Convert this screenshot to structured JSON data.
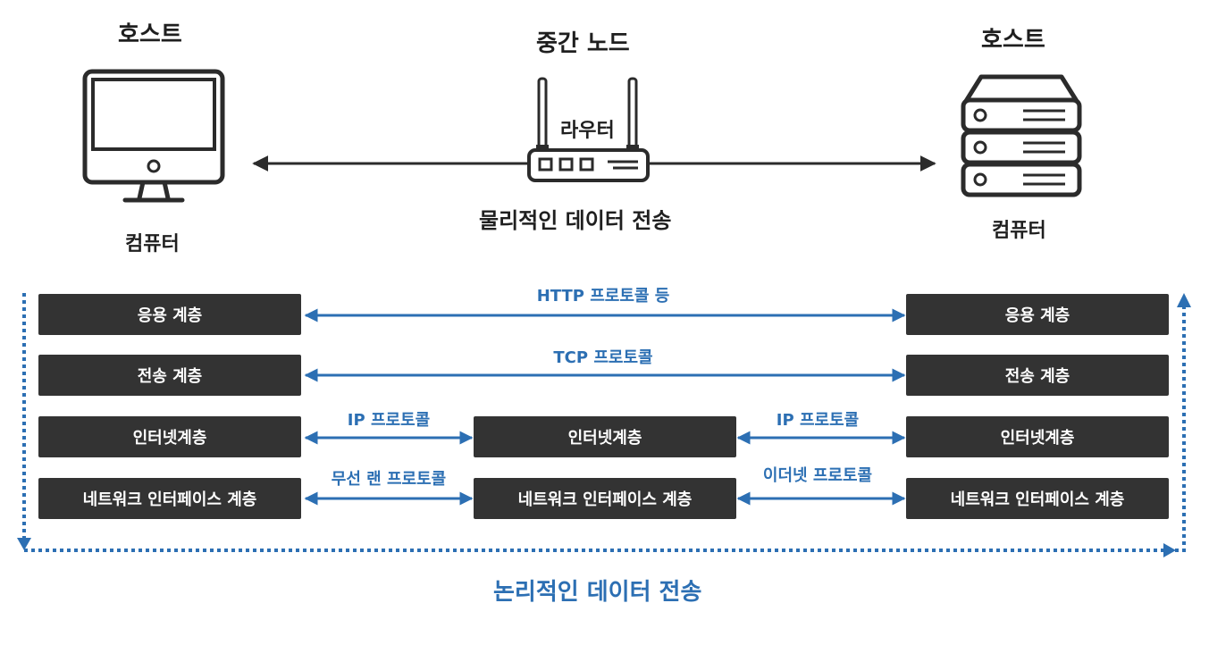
{
  "top": {
    "left_host_title": "호스트",
    "left_host_caption": "컴퓨터",
    "middle_title": "중간 노드",
    "router_label": "라우터",
    "physical_caption": "물리적인 데이터 전송",
    "right_host_title": "호스트",
    "right_host_caption": "컴퓨터"
  },
  "layers": {
    "left": [
      "응용 계층",
      "전송 계층",
      "인터넷계층",
      "네트워크 인터페이스 계층"
    ],
    "middle": [
      "인터넷계층",
      "네트워크 인터페이스 계층"
    ],
    "right": [
      "응용 계층",
      "전송 계층",
      "인터넷계층",
      "네트워크 인터페이스 계층"
    ]
  },
  "protocols": {
    "application": "HTTP 프로토콜 등",
    "transport": "TCP 프로토콜",
    "internet_left": "IP 프로토콜",
    "internet_right": "IP 프로토콜",
    "network_left": "무선 랜 프로토콜",
    "network_right": "이더넷 프로토콜"
  },
  "logical_caption": "논리적인 데이터 전송",
  "colors": {
    "box": "#333333",
    "accent_blue": "#2c6fb3",
    "icon": "#2b2b2b"
  }
}
